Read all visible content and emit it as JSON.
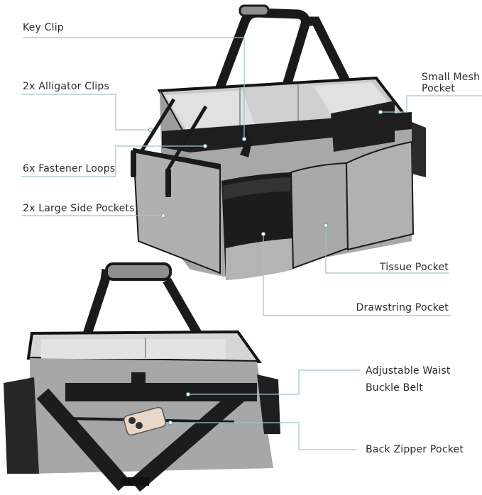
{
  "colors": {
    "background": "#ffffff",
    "leader_line": "#9fc3cc",
    "leader_line_dark": "#3f6f8f",
    "dot": "#ffffff",
    "bag_gray": "#a9a9a9",
    "bag_gray_light": "#bdbdbd",
    "bag_trim": "#1a1a1a",
    "lining_silver": "#d9d9d9",
    "label_text": "#2a2a2a"
  },
  "top_bag": {
    "callouts": [
      {
        "id": "key-clip",
        "lines": [
          "Key Clip"
        ]
      },
      {
        "id": "alligator-clips",
        "lines": [
          "2x Alligator Clips"
        ]
      },
      {
        "id": "fastener-loops",
        "lines": [
          "6x Fastener Loops"
        ]
      },
      {
        "id": "large-side-pockets",
        "lines": [
          "2x Large Side Pockets"
        ]
      },
      {
        "id": "small-mesh-pocket",
        "lines": [
          "Small Mesh",
          "Pocket"
        ]
      },
      {
        "id": "tissue-pocket",
        "lines": [
          "Tissue Pocket"
        ]
      },
      {
        "id": "drawstring-pocket",
        "lines": [
          "Drawstring Pocket"
        ]
      }
    ]
  },
  "bottom_bag": {
    "callouts": [
      {
        "id": "waist-buckle-belt",
        "lines": [
          "Adjustable Waist",
          "Buckle Belt"
        ]
      },
      {
        "id": "back-zipper-pocket",
        "lines": [
          "Back Zipper Pocket"
        ]
      }
    ]
  }
}
